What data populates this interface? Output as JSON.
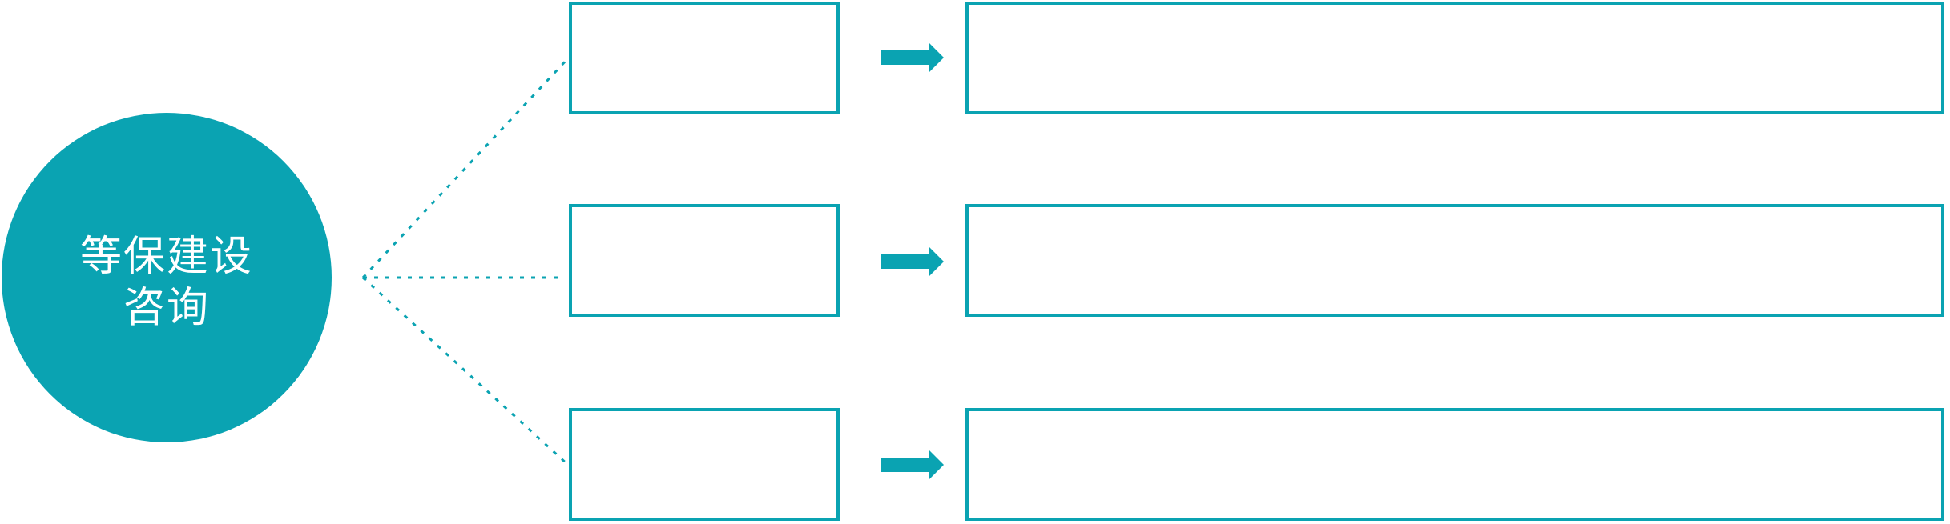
{
  "diagram": {
    "colors": {
      "accent": "#0aa3b2",
      "background": "#ffffff",
      "circle_text": "#ffffff"
    },
    "circle": {
      "label_line1": "等保建设",
      "label_line2": "咨询"
    },
    "rows": [
      {
        "small_box_text": "",
        "large_box_text": ""
      },
      {
        "small_box_text": "",
        "large_box_text": ""
      },
      {
        "small_box_text": "",
        "large_box_text": ""
      }
    ],
    "icons": {
      "arrow": "right-block-arrow-icon",
      "connector": "dotted-connector-line"
    }
  }
}
